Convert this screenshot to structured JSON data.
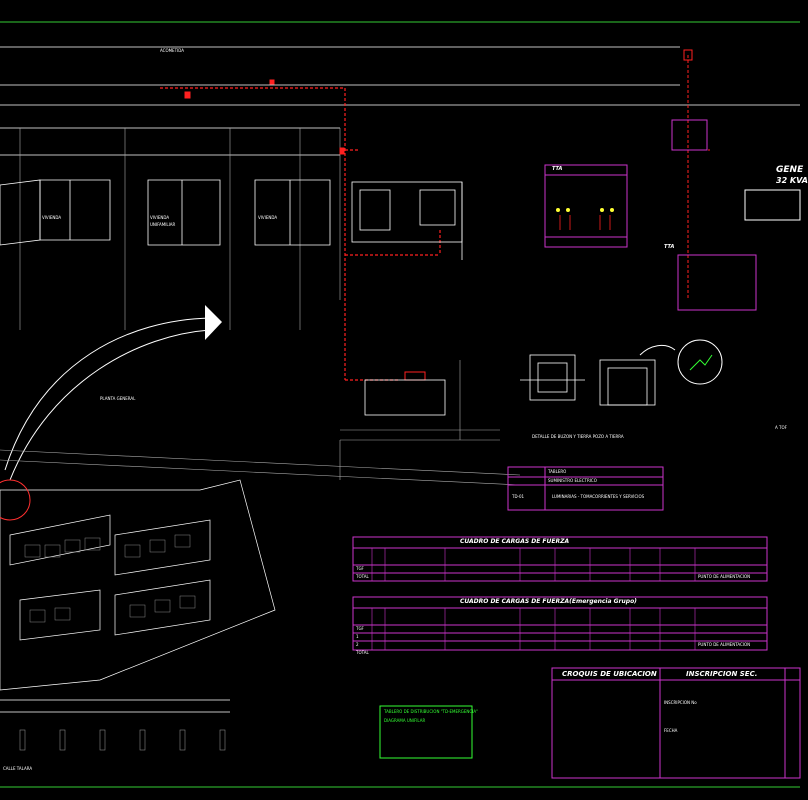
{
  "colors": {
    "background": "#000000",
    "frame": "#33cc33",
    "magenta": "#cc33cc",
    "red": "#ff2020",
    "white": "#ffffff",
    "grey": "#888888",
    "green": "#33ff33",
    "yellow": "#ffff33"
  },
  "labels": {
    "plot_top": "ACOMETIDA",
    "plot_left_1": "VIVIENDA",
    "plot_left_2": "VIVIENDA",
    "plot_left_3": "VIVIENDA",
    "plot_left_sub": "UNIFAMILIAR",
    "planta_general": "PLANTA GENERAL",
    "gen_title": "GENE",
    "gen_sub": "32 KVA",
    "tta": "TTA",
    "tta_label": "TTA",
    "a_tof": "A TOF",
    "calle": "CALLE TALARA",
    "detail_caption": "DETALLE DE BUZON Y TIERRA POZO A TIERRA"
  },
  "legend_box": {
    "header_1": "TABLERO",
    "header_2": "SUMINISTRO ELECTRICO",
    "col_1": "TD-01",
    "desc": "LUMINARIAS - TOMACORRIENTES Y SERVICIOS"
  },
  "table1": {
    "title": "CUADRO DE CARGAS DE FUERZA",
    "row_labels": [
      "TGF",
      "TOTAL"
    ],
    "note": "PUNTO DE ALIMENTACION"
  },
  "table2": {
    "title": "CUADRO DE CARGAS DE FUERZA(Emergencia Grupo)",
    "row_labels": [
      "TGF",
      "1",
      "2",
      "TOTAL"
    ],
    "note": "PUNTO DE ALIMENTACION"
  },
  "title_block": {
    "croquis": "CROQUIS DE UBICACION",
    "inscripcion": "INSCRIPCION SEC.",
    "inscripcion_no": "INSCRIPCION No",
    "fecha": "FECHA"
  },
  "green_box": {
    "title": "TABLERO DE DISTRIBUCION \"TD-EMERGENCIA\"",
    "sub": "DIAGRAMA UNIFILAR"
  }
}
